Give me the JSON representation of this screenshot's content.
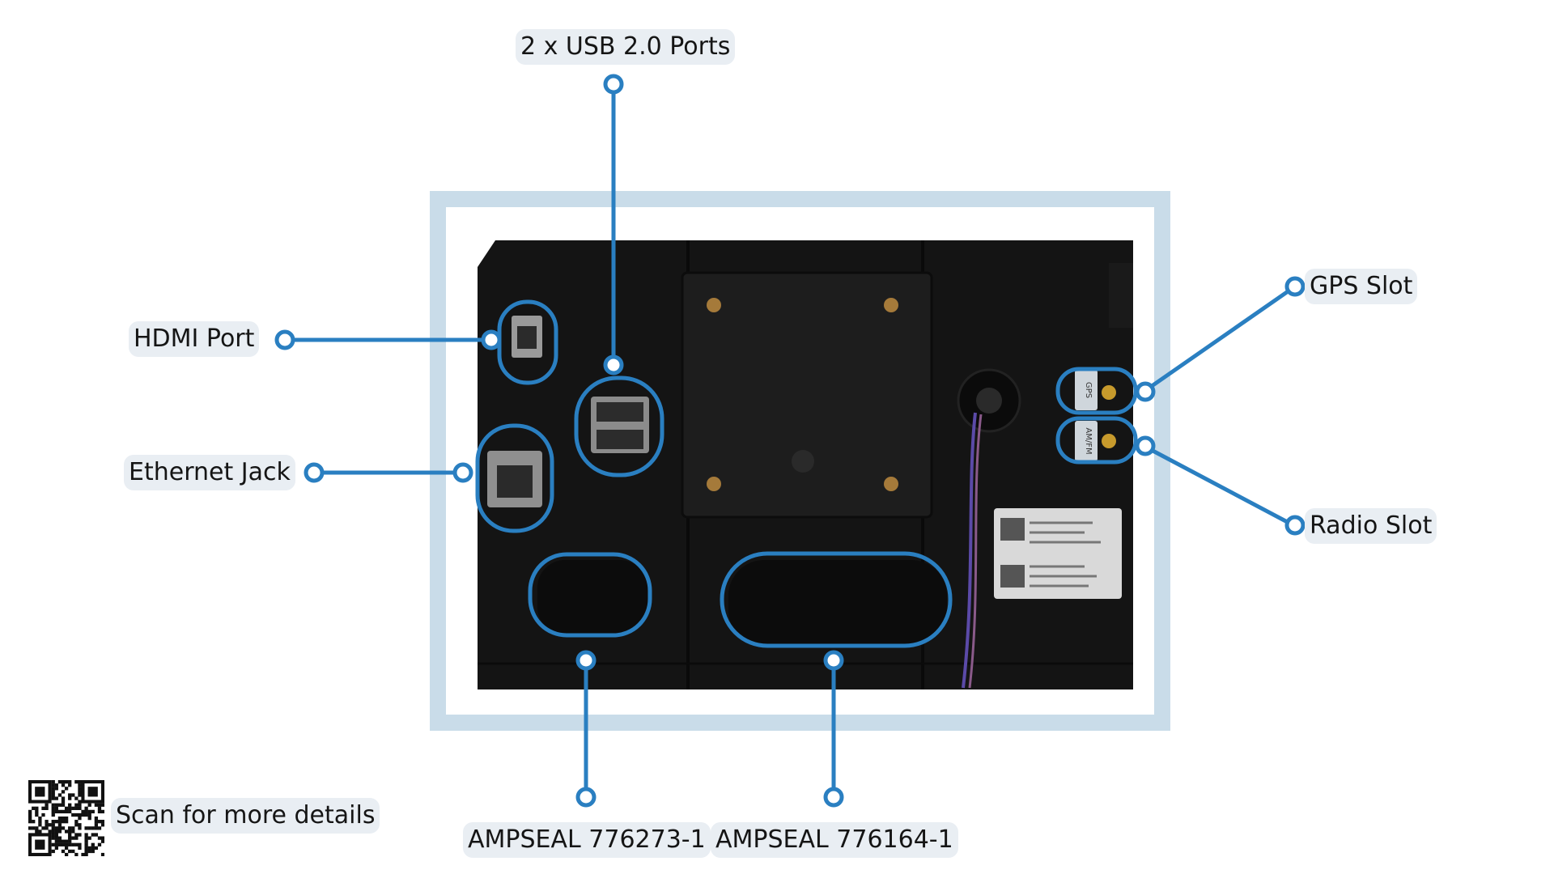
{
  "labels": {
    "usb": "2 x USB 2.0 Ports",
    "hdmi": "HDMI Port",
    "ethernet": "Ethernet Jack",
    "gps": "GPS Slot",
    "radio": "Radio Slot",
    "ampseal_a": "AMPSEAL 776273-1",
    "ampseal_b": "AMPSEAL 776164-1",
    "scan": "Scan for more details"
  },
  "device": {
    "slot_gps": "GPS",
    "slot_radio": "AM/FM"
  },
  "colors": {
    "accent": "#2a7fc1",
    "frame": "#c9dce9",
    "label_bg": "#e9eef3",
    "device": "#151515"
  },
  "icons": {
    "qr": "qr-code-icon",
    "usb": "usb-port-icon",
    "hdmi": "hdmi-port-icon",
    "ethernet": "ethernet-jack-icon"
  }
}
